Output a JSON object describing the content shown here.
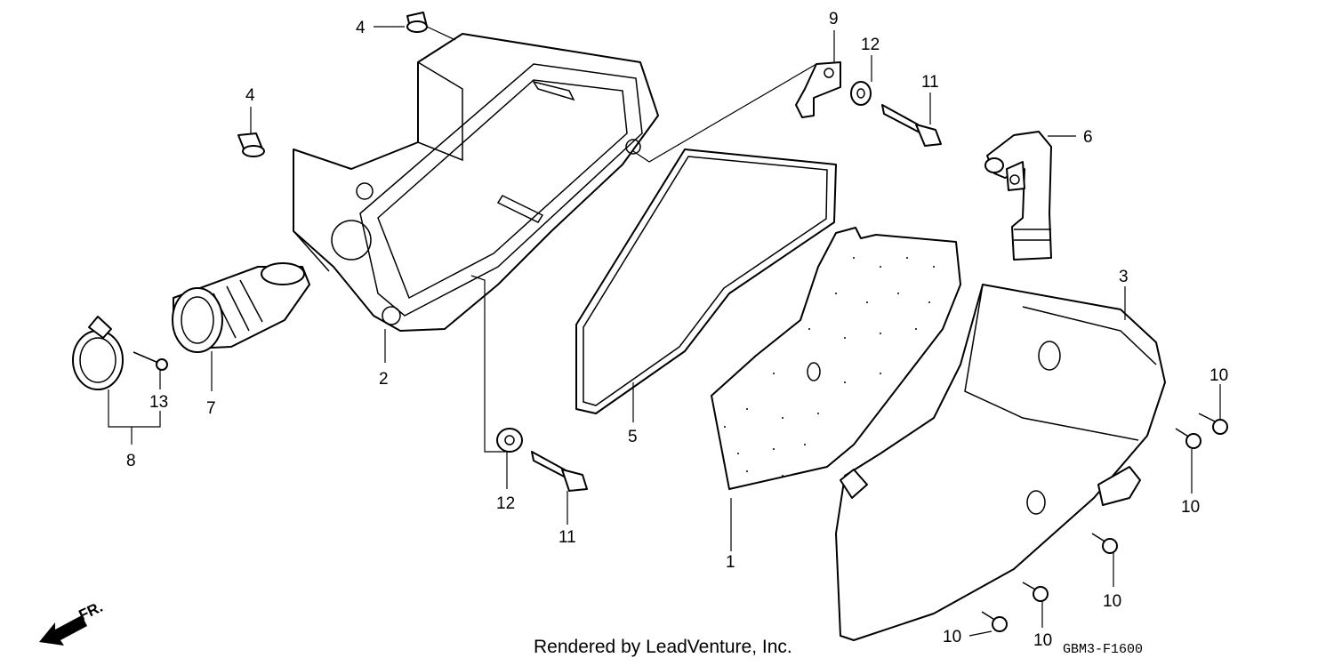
{
  "diagram": {
    "callouts": [
      {
        "id": "p4a",
        "text": "4"
      },
      {
        "id": "p4b",
        "text": "4"
      },
      {
        "id": "p2",
        "text": "2"
      },
      {
        "id": "p7",
        "text": "7"
      },
      {
        "id": "p13",
        "text": "13"
      },
      {
        "id": "p8",
        "text": "8"
      },
      {
        "id": "p9",
        "text": "9"
      },
      {
        "id": "p12a",
        "text": "12"
      },
      {
        "id": "p11a",
        "text": "11"
      },
      {
        "id": "p6",
        "text": "6"
      },
      {
        "id": "p5",
        "text": "5"
      },
      {
        "id": "p12b",
        "text": "12"
      },
      {
        "id": "p11b",
        "text": "11"
      },
      {
        "id": "p1",
        "text": "1"
      },
      {
        "id": "p3",
        "text": "3"
      },
      {
        "id": "p10a",
        "text": "10"
      },
      {
        "id": "p10b",
        "text": "10"
      },
      {
        "id": "p10c",
        "text": "10"
      },
      {
        "id": "p10d",
        "text": "10"
      },
      {
        "id": "p10e",
        "text": "10"
      }
    ],
    "front_indicator": "FR.",
    "credit": "Rendered by LeadVenture, Inc.",
    "diagram_code": "GBM3-F1600"
  }
}
